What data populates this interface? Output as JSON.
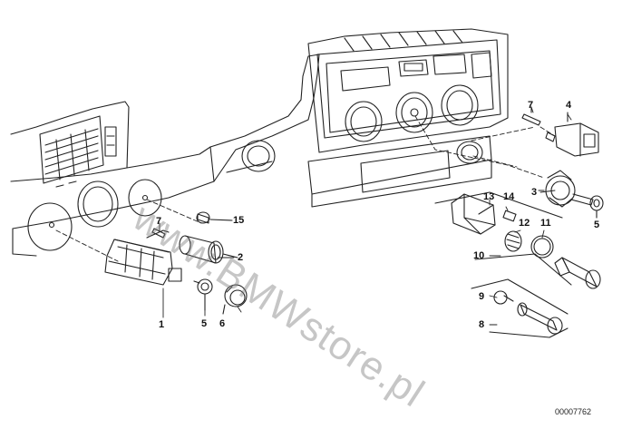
{
  "diagram": {
    "watermark": "www.BMWstore.pl",
    "reference_number": "00007762",
    "callouts": {
      "c1": "1",
      "c2": "2",
      "c3": "3",
      "c4": "4",
      "c5a": "5",
      "c5b": "5",
      "c6": "6",
      "c7a": "7",
      "c7b": "7",
      "c8": "8",
      "c9": "9",
      "c10": "10",
      "c11": "11",
      "c12": "12",
      "c13": "13",
      "c14": "14",
      "c15": "15"
    }
  }
}
